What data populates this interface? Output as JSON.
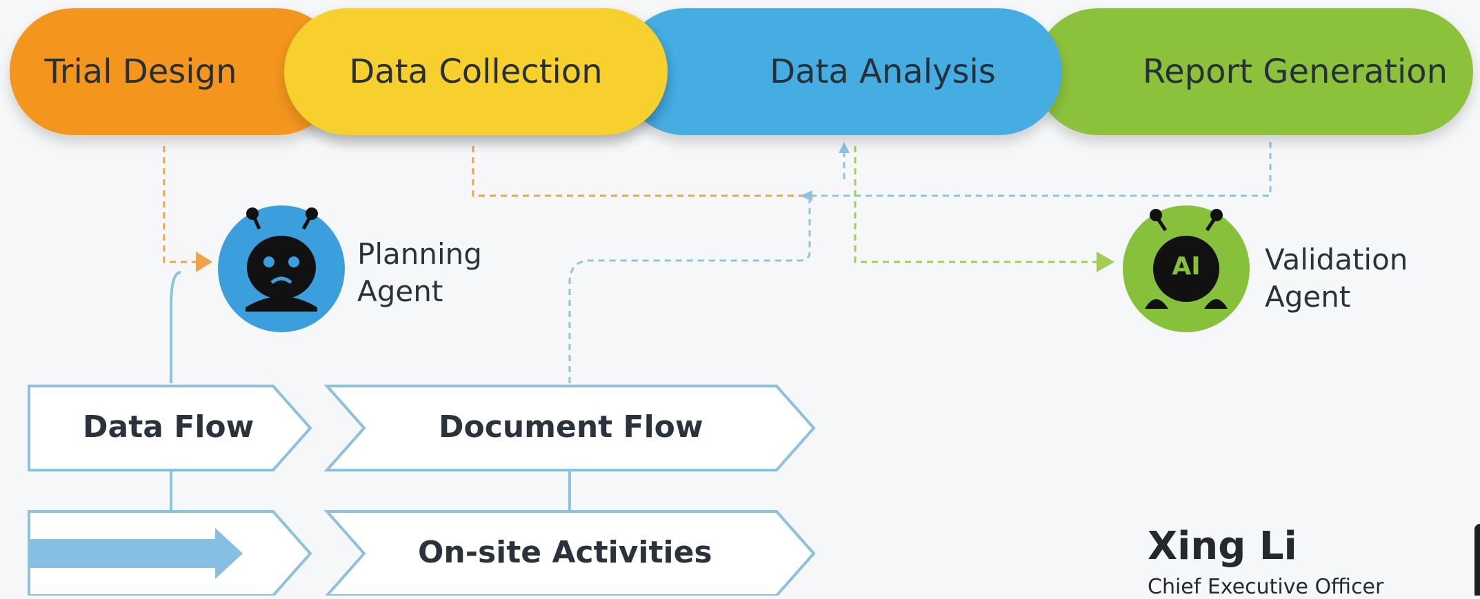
{
  "stages": [
    {
      "label": "Trial Design",
      "color": "#f4951e"
    },
    {
      "label": "Data Collection",
      "color": "#f7d02e"
    },
    {
      "label": "Data Analysis",
      "color": "#45ade2"
    },
    {
      "label": "Report Generation",
      "color": "#8cc13c"
    }
  ],
  "agents": {
    "planning": {
      "label": "Planning\nAgent",
      "color": "#3a9fdc"
    },
    "validation": {
      "label": "Validation\nAgent",
      "color": "#87c13c",
      "badge": "AI"
    }
  },
  "flows": {
    "data_flow": "Data Flow",
    "document_flow": "Document Flow",
    "onsite": "On-site Activities"
  },
  "person": {
    "name": "Xing Li",
    "role": "Chief Executive Officer"
  },
  "colors": {
    "orange_line": "#f0a24a",
    "blue_line": "#8ec3df",
    "green_line": "#a3cc55",
    "chevron_stroke": "#8cc0dc"
  }
}
